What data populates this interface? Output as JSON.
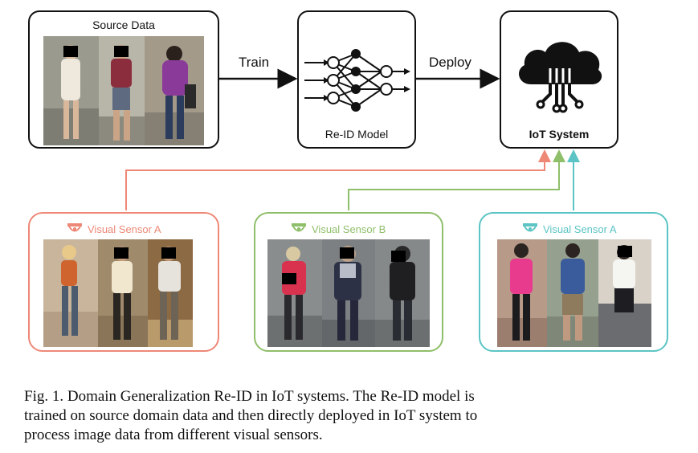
{
  "source_box": {
    "title": "Source Data"
  },
  "model_box": {
    "title": "Re-ID Model"
  },
  "iot_box": {
    "title": "IoT System"
  },
  "edges": {
    "train": "Train",
    "deploy": "Deploy"
  },
  "sensors": [
    {
      "title": "Visual Sensor A",
      "color": "#ee8877"
    },
    {
      "title": "Visual Sensor B",
      "color": "#8fbf6a"
    },
    {
      "title": "Visual Sensor A",
      "color": "#5cc4c4"
    }
  ],
  "caption": {
    "line1": "Fig. 1.  Domain Generalization Re-ID in IoT systems. The Re-ID model is",
    "line2": "trained on source domain data and then directly deployed in IoT system to",
    "line3": "process image data from different visual sensors."
  },
  "icons": {
    "model": "neural-network-icon",
    "iot": "cloud-iot-icon",
    "sensor": "surveillance-camera-icon"
  }
}
